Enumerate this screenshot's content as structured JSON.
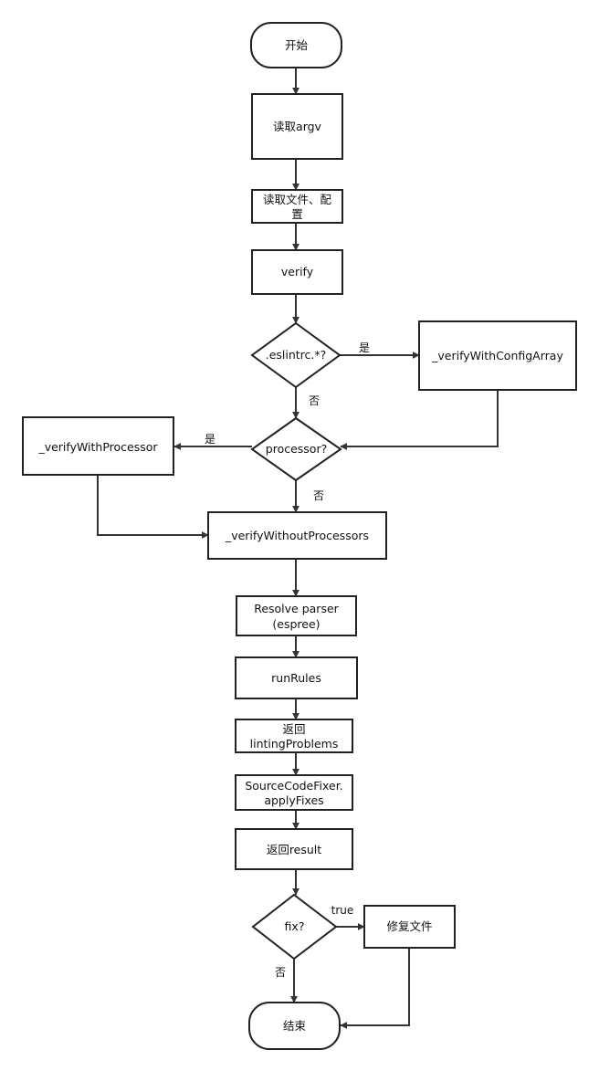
{
  "nodes": {
    "start": "开始",
    "read_argv": "读取argv",
    "read_file_config": {
      "line1": "读取文件、配",
      "line2": "置"
    },
    "verify": "verify",
    "eslintrc_check": ".eslintrc.*?",
    "verify_with_config_array": "_verifyWithConfigArray",
    "processor_check": "processor?",
    "verify_with_processor": "_verifyWithProcessor",
    "verify_without_processors": "_verifyWithoutProcessors",
    "resolve_parser": {
      "line1": "Resolve parser",
      "line2": "(espree)"
    },
    "run_rules": "runRules",
    "return_linting_problems": {
      "line1": "返回",
      "line2": "lintingProblems"
    },
    "source_code_fixer": {
      "line1": "SourceCodeFixer.",
      "line2": "applyFixes"
    },
    "return_result": "返回result",
    "fix_check": "fix?",
    "fix_files": "修复文件",
    "end": "结束"
  },
  "edges": {
    "eslintrc_yes": "是",
    "eslintrc_no": "否",
    "processor_yes": "是",
    "processor_no": "否",
    "fix_true": "true",
    "fix_no": "否"
  }
}
